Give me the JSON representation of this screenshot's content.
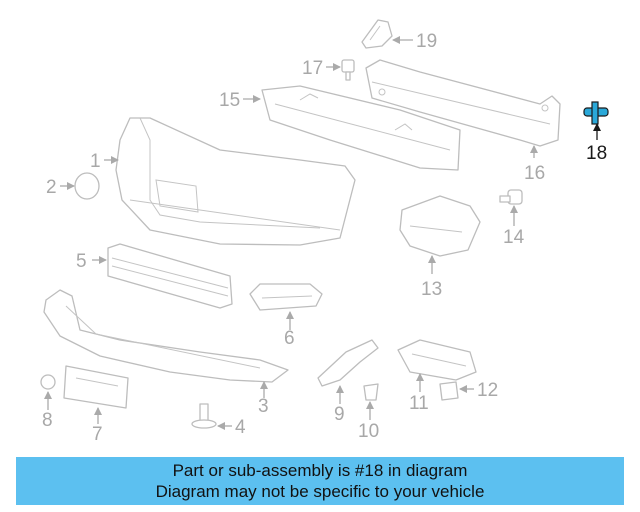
{
  "banner": {
    "line1": "Part or sub-assembly is #18 in diagram",
    "line2": "Diagram may not be specific to your vehicle",
    "background": "#5cc0f0"
  },
  "callouts": {
    "1": "1",
    "2": "2",
    "3": "3",
    "4": "4",
    "5": "5",
    "6": "6",
    "7": "7",
    "8": "8",
    "9": "9",
    "10": "10",
    "11": "11",
    "12": "12",
    "13": "13",
    "14": "14",
    "15": "15",
    "16": "16",
    "17": "17",
    "18": "18",
    "19": "19"
  },
  "highlight": {
    "part": "18",
    "color": "#1a1a1a",
    "part_color": "#2aa8d8"
  }
}
